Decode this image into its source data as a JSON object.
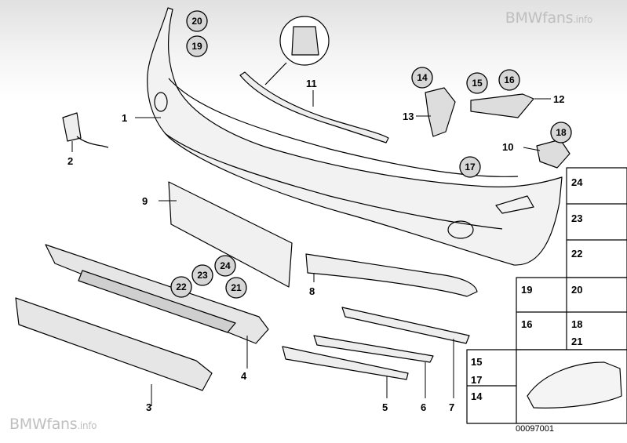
{
  "watermark": {
    "brand": "BMWfans",
    "suffix": ".info"
  },
  "diagram_id": "00097001",
  "part_labels": [
    "1",
    "2",
    "3",
    "4",
    "5",
    "6",
    "7",
    "8",
    "9",
    "10",
    "11",
    "12",
    "13"
  ],
  "badges": [
    "20",
    "19",
    "14",
    "15",
    "16",
    "18",
    "17",
    "24",
    "23",
    "22",
    "21"
  ],
  "box_labels": [
    "24",
    "23",
    "22",
    "19",
    "20",
    "16",
    "18",
    "21",
    "15",
    "17",
    "14"
  ]
}
